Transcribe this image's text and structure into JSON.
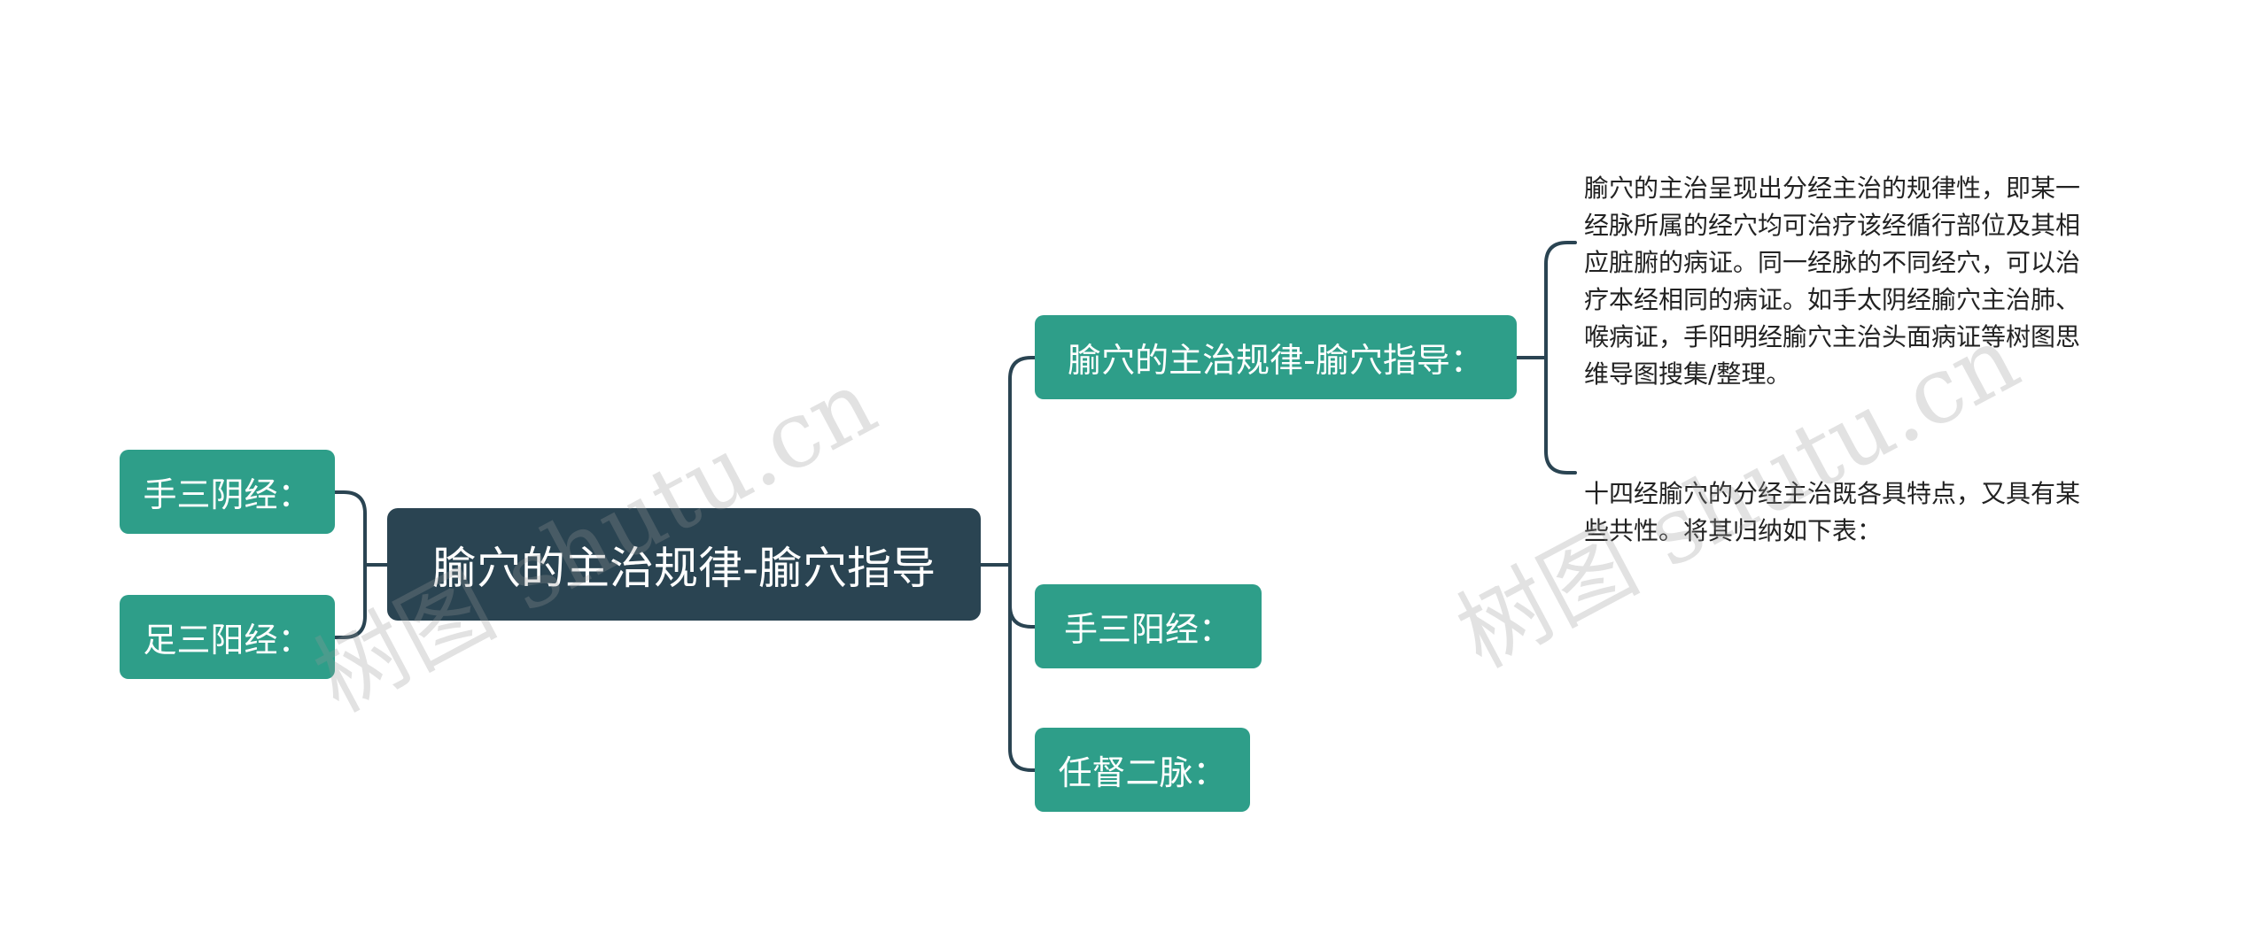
{
  "colors": {
    "root_fill": "#2a4452",
    "branch_fill": "#2e9e89",
    "connector": "#2a4452",
    "note_text": "#222222"
  },
  "root": {
    "label": "腧穴的主治规律-腧穴指导"
  },
  "left_branches": [
    {
      "label": "手三阴经："
    },
    {
      "label": "足三阳经："
    }
  ],
  "right_branches": [
    {
      "label": "腧穴的主治规律-腧穴指导："
    },
    {
      "label": "手三阳经："
    },
    {
      "label": "任督二脉："
    }
  ],
  "notes": [
    {
      "text": "腧穴的主治呈现出分经主治的规律性，即某一\n经脉所属的经穴均可治疗该经循行部位及其相\n应脏腑的病证。同一经脉的不同经穴，可以治\n疗本经相同的病证。如手太阴经腧穴主治肺、\n喉病证，手阳明经腧穴主治头面病证等树图思\n维导图搜集/整理。"
    },
    {
      "text": "十四经腧穴的分经主治既各具特点，又具有某\n些共性。将其归纳如下表："
    }
  ],
  "watermarks": [
    {
      "text": "树图 shutu.cn"
    },
    {
      "text": "树图 shutu.cn"
    }
  ]
}
